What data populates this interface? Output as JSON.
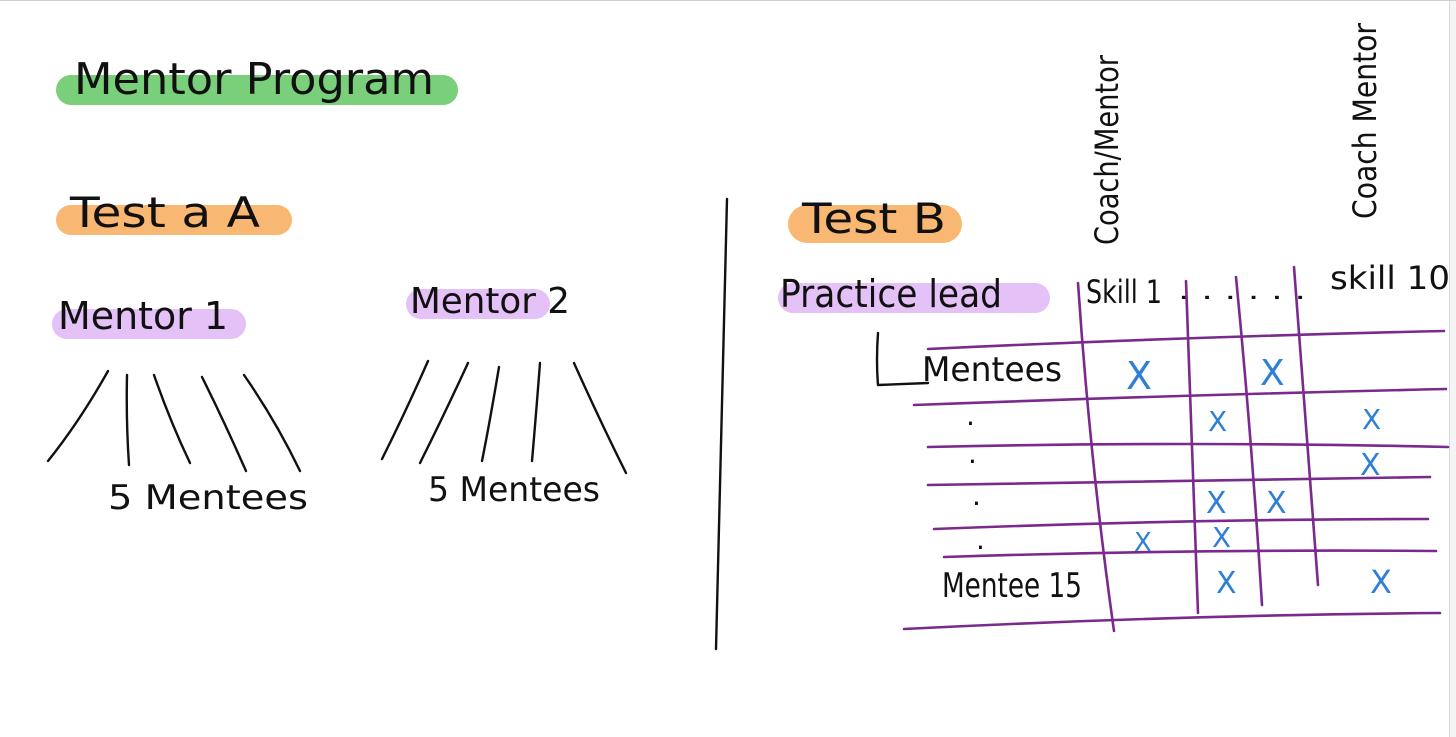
{
  "title": "Mentor Program",
  "test_a": {
    "label": "Test a A",
    "mentor1": {
      "label": "Mentor 1",
      "mentees": "5 Mentees"
    },
    "mentor2": {
      "label": "Mentor 2",
      "mentees": "5 Mentees"
    }
  },
  "test_b": {
    "label": "Test B",
    "practice_lead": "Practice lead",
    "column_headers": [
      "Coach/Mentor",
      "Coach Mentor"
    ],
    "skill_first": "Skill 1",
    "skill_dots": ". . . . . .",
    "skill_last": "skill 10",
    "rows": {
      "first": "Mentees",
      "dots": [
        ".",
        ".",
        ".",
        "."
      ],
      "last": "Mentee 15"
    },
    "mark": "X"
  },
  "colors": {
    "ink": "#111111",
    "grid": "#7a2a8c",
    "mark": "#2f7fd4",
    "highlight_green": "#79cf7a",
    "highlight_orange": "#f8b772",
    "highlight_purple": "#e4c1f7"
  }
}
